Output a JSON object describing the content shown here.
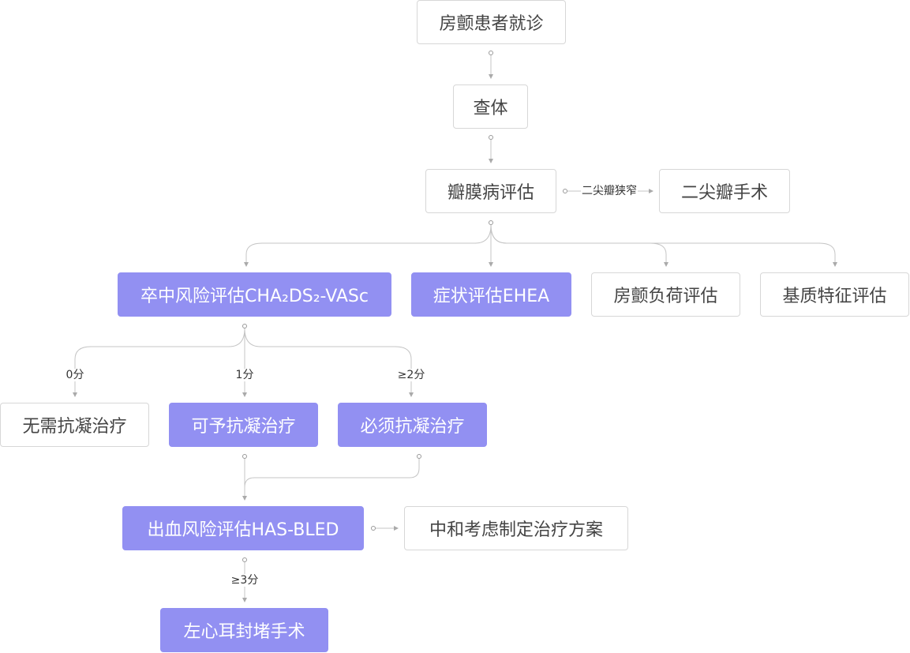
{
  "nodes": {
    "visit": "房颤患者就诊",
    "exam": "查体",
    "valve_eval": "瓣膜病评估",
    "mitral_surgery": "二尖瓣手术",
    "stroke_risk": "卒中风险评估CHA₂DS₂-VASc",
    "symptom_eval": "症状评估EHEA",
    "af_burden": "房颤负荷评估",
    "substrate": "基质特征评估",
    "no_anticoag": "无需抗凝治疗",
    "optional_anticoag": "可予抗凝治疗",
    "required_anticoag": "必须抗凝治疗",
    "bleeding_risk": "出血风险评估HAS-BLED",
    "balanced_plan": "中和考虑制定治疗方案",
    "laa_occlusion": "左心耳封堵手术"
  },
  "edge_labels": {
    "mitral_stenosis": "二尖瓣狭窄",
    "score_0": "0分",
    "score_1": "1分",
    "score_2plus": "≥2分",
    "score_3plus": "≥3分"
  },
  "colors": {
    "highlight": "#9290f2",
    "border": "#d7d7d7",
    "connector": "#c4c4c4"
  }
}
